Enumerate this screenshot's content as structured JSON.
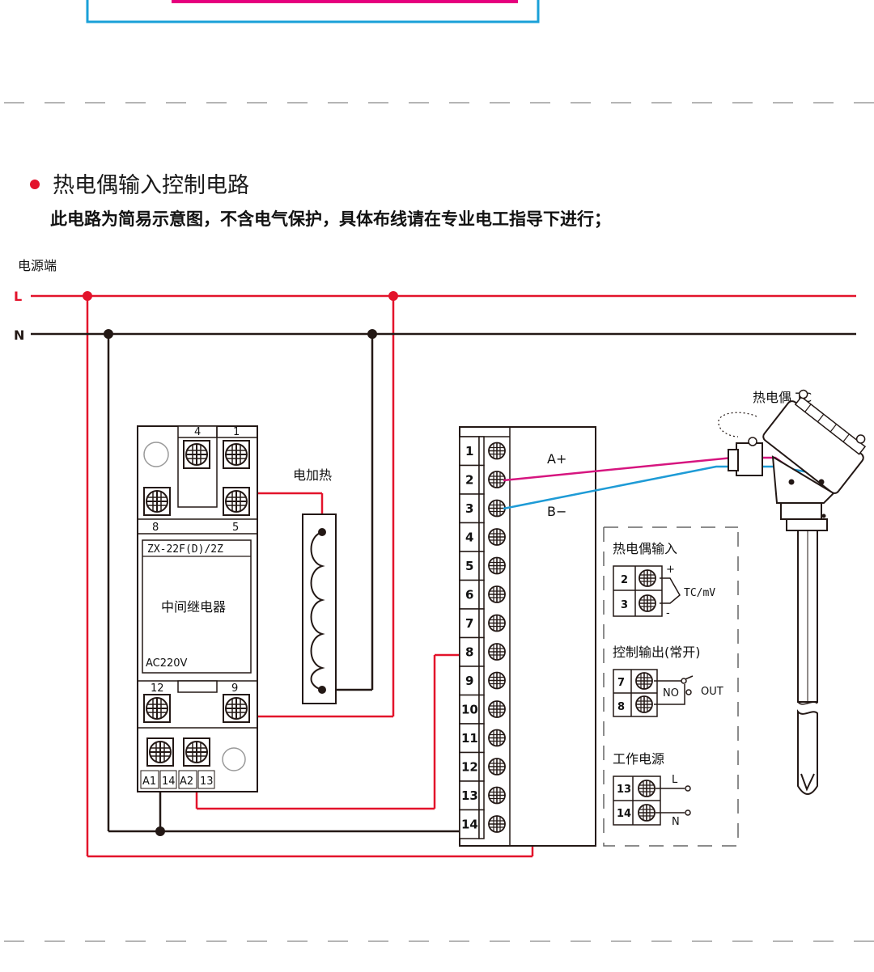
{
  "colors": {
    "live": "#e3132b",
    "neutral": "#231815",
    "plus_wire": "#d6157f",
    "minus_wire": "#1e9bd6",
    "top_frame": "#1aa0d8",
    "top_bar": "#e6007e",
    "dash": "#b5b5b5"
  },
  "heading": {
    "title": "热电偶输入控制电路",
    "subtitle": "此电路为简易示意图，不含电气保护，具体布线请在专业电工指导下进行；"
  },
  "power": {
    "label": "电源端",
    "line_L": "L",
    "line_N": "N"
  },
  "relay": {
    "model": "ZX-22F(D)/2Z",
    "name": "中间继电器",
    "voltage": "AC220V",
    "top_terminals": [
      "4",
      "1"
    ],
    "mid_terminals": [
      "8",
      "5"
    ],
    "low_terminals": [
      "12",
      "9"
    ],
    "bottom_labels": [
      "A1",
      "14",
      "A2",
      "13"
    ]
  },
  "heater": {
    "label": "电加热"
  },
  "controller": {
    "terminals": [
      "1",
      "2",
      "3",
      "4",
      "5",
      "6",
      "7",
      "8",
      "9",
      "10",
      "11",
      "12",
      "13",
      "14"
    ],
    "a_plus": "A+",
    "b_minus": "B−"
  },
  "thermocouple": {
    "label": "热电偶 TC"
  },
  "legend": {
    "tc_input": {
      "title": "热电偶输入",
      "terminals": [
        "2",
        "3"
      ],
      "plus": "+",
      "minus": "-",
      "signal": "TC/mV"
    },
    "control_output": {
      "title": "控制输出(常开)",
      "terminals": [
        "7",
        "8"
      ],
      "no": "NO",
      "out": "OUT"
    },
    "power_supply": {
      "title": "工作电源",
      "terminals": [
        "13",
        "14"
      ],
      "l": "L",
      "n": "N"
    }
  }
}
